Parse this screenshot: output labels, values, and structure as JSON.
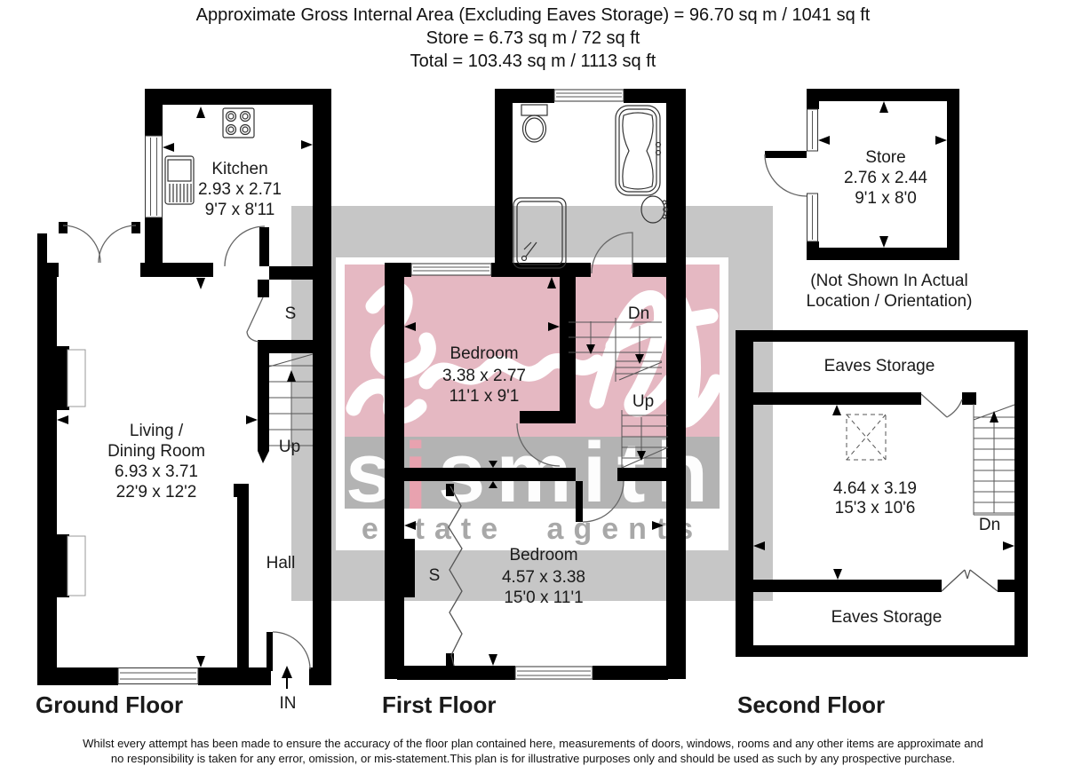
{
  "header": {
    "line1": "Approximate Gross Internal Area (Excluding Eaves Storage) = 96.70 sq m / 1041 sq ft",
    "line2": "Store = 6.73 sq m / 72 sq ft",
    "line3": "Total = 103.43 sq m / 1113 sq ft"
  },
  "footer": {
    "line1": "Whilst every attempt has been made to ensure the accuracy of the floor plan contained here, measurements of doors, windows, rooms and any other items are approximate and",
    "line2": "no responsibility is taken for any error, omission, or mis-statement.This plan is for illustrative purposes only and should be used as such by any prospective purchase."
  },
  "watermark": {
    "brand_s": "s",
    "brand_j": "j",
    "brand_rest": "smith",
    "tagline": "estate agents",
    "colors": {
      "panel_gray": "#c6c6c6",
      "band_gray": "#b3b3b3",
      "block_pink": "#e5b8c2",
      "j_pink": "#e8a2af",
      "tagline_gray": "#a8a8a8"
    }
  },
  "floors": {
    "ground": {
      "title": "Ground Floor",
      "kitchen": {
        "name": "Kitchen",
        "metric": "2.93 x 2.71",
        "imperial": "9'7 x 8'11"
      },
      "living": {
        "line1": "Living /",
        "line2": "Dining Room",
        "metric": "6.93 x 3.71",
        "imperial": "22'9 x 12'2"
      },
      "hall": "Hall",
      "cupboard": "S",
      "stairs": "Up",
      "entrance": "IN"
    },
    "first": {
      "title": "First Floor",
      "bedroom1": {
        "name": "Bedroom",
        "metric": "3.38 x 2.77",
        "imperial": "11'1 x 9'1"
      },
      "bedroom2": {
        "name": "Bedroom",
        "metric": "4.57 x 3.38",
        "imperial": "15'0 x 11'1"
      },
      "cupboard": "S",
      "down": "Dn",
      "up": "Up"
    },
    "second": {
      "title": "Second Floor",
      "eaves_top": "Eaves Storage",
      "eaves_bottom": "Eaves Storage",
      "metric": "4.64 x 3.19",
      "imperial": "15'3 x 10'6",
      "down": "Dn",
      "store": {
        "name": "Store",
        "metric": "2.76 x 2.44",
        "imperial": "9'1 x 8'0",
        "note1": "(Not Shown In Actual",
        "note2": "Location / Orientation)"
      }
    }
  },
  "colors": {
    "walls": "#000000",
    "lines": "#555555",
    "text": "#1a1a1a"
  }
}
